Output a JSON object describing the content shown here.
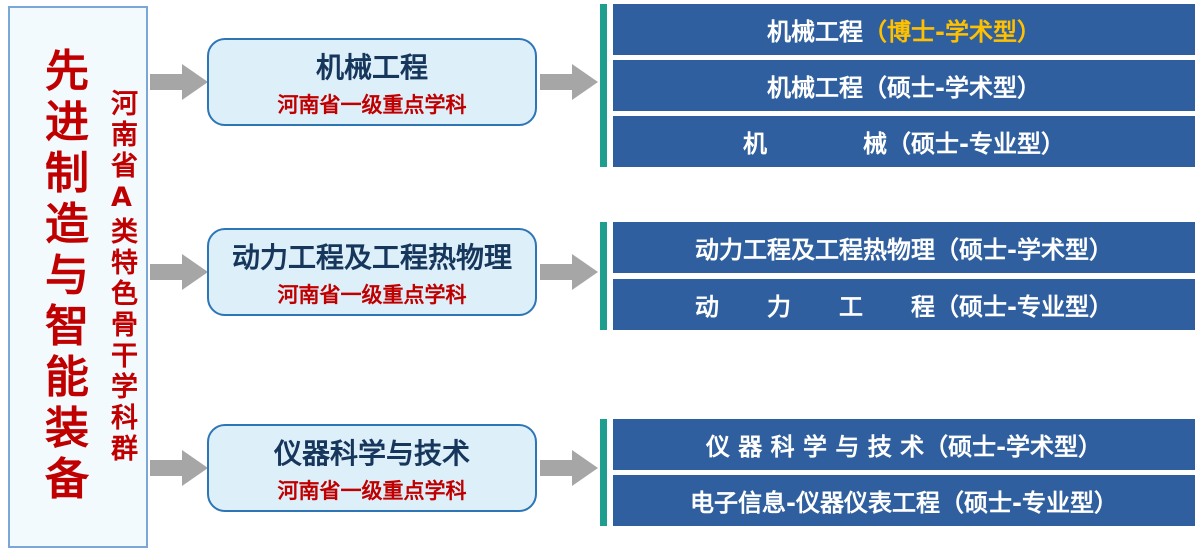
{
  "cluster": {
    "title": "先进制造与智能装备",
    "subtitle": "河南省A类特色骨干学科群"
  },
  "disciplines": [
    {
      "name": "机械工程",
      "tag": "河南省一级重点学科"
    },
    {
      "name": "动力工程及工程热物理",
      "tag": "河南省一级重点学科"
    },
    {
      "name": "仪器科学与技术",
      "tag": "河南省一级重点学科"
    }
  ],
  "programs": [
    {
      "items": [
        {
          "label": "机械工程",
          "highlight": "（博士-学术型）"
        },
        {
          "label": "机械工程（硕士-学术型）",
          "highlight": ""
        },
        {
          "label": "机　　　　械（硕士-专业型）",
          "highlight": ""
        }
      ]
    },
    {
      "items": [
        {
          "label": "动力工程及工程热物理（硕士-学术型）",
          "highlight": ""
        },
        {
          "label": "动　　力　　工　　程（硕士-专业型）",
          "highlight": ""
        }
      ]
    },
    {
      "items": [
        {
          "label": "仪 器 科 学 与 技 术（硕士-学术型）",
          "highlight": ""
        },
        {
          "label": "电子信息-仪器仪表工程（硕士-专业型）",
          "highlight": ""
        }
      ]
    }
  ],
  "colors": {
    "bar_blue": "#2f5f9e",
    "accent_teal": "#1d9e8f",
    "highlight_orange": "#ffc000",
    "text_red": "#c00000",
    "node_fill": "#ddf0fa",
    "node_border": "#2e75b6",
    "arrow_gray": "#a6a6a6"
  }
}
